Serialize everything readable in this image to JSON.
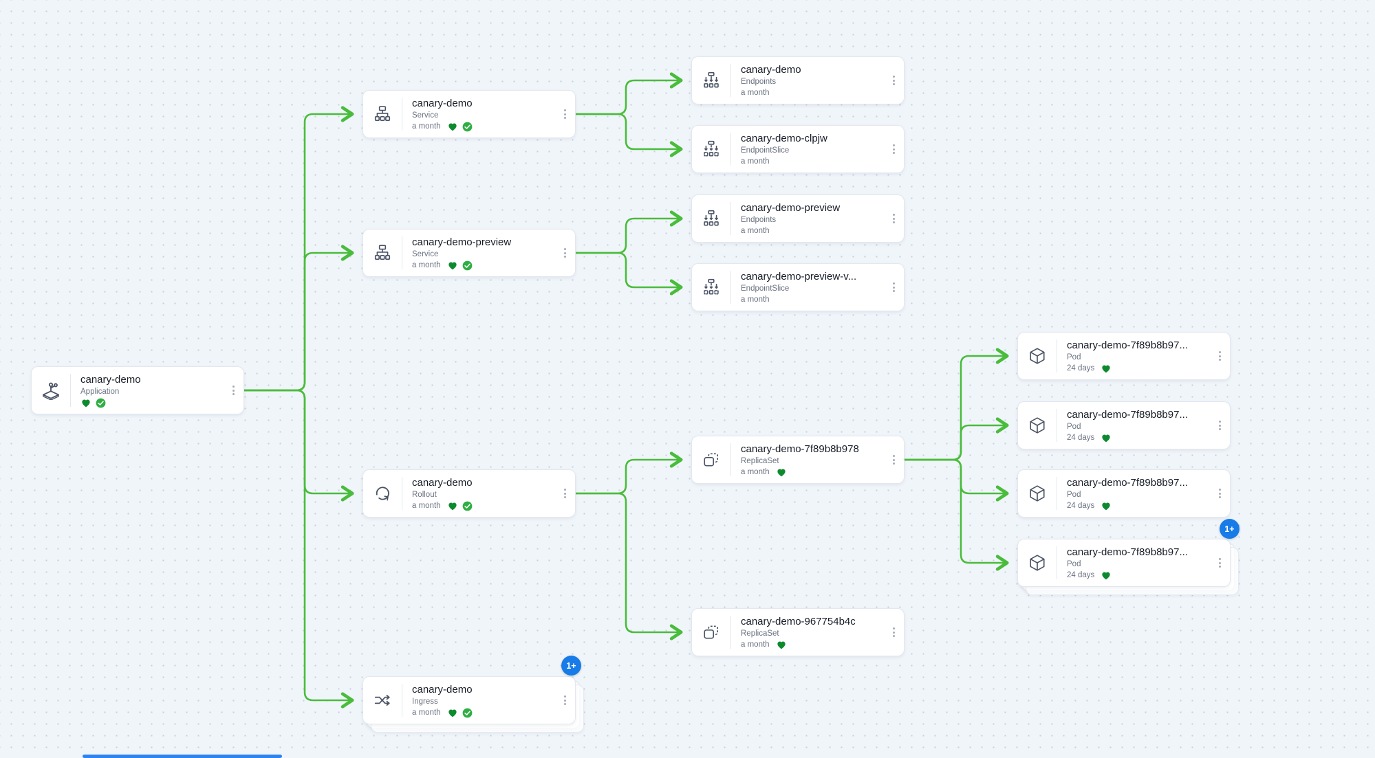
{
  "app_context": "resource-tree-graph",
  "colors": {
    "canvas_bg": "#f0f5fa",
    "dot": "#c9cfd8",
    "edge_green": "#4abc3b",
    "heart_green": "#0e8a2e",
    "synced_green": "#2fae43",
    "badge_blue": "#177be8",
    "card_bg": "#ffffff",
    "icon_slate": "#4a5366"
  },
  "badge_label": "1+",
  "icons": {
    "menu": "kebab-menu-icon",
    "health": "heart-icon",
    "synced": "synced-check-icon"
  },
  "nodes": {
    "app": {
      "title": "canary-demo",
      "kind": "Application",
      "age": "",
      "icon": "application-icon"
    },
    "svc_canary": {
      "title": "canary-demo",
      "kind": "Service",
      "age": "a month",
      "icon": "service-icon"
    },
    "svc_preview": {
      "title": "canary-demo-preview",
      "kind": "Service",
      "age": "a month",
      "icon": "service-icon"
    },
    "rollout": {
      "title": "canary-demo",
      "kind": "Rollout",
      "age": "a month",
      "icon": "rollout-icon"
    },
    "ingress": {
      "title": "canary-demo",
      "kind": "Ingress",
      "age": "a month",
      "icon": "ingress-icon"
    },
    "ep_canary": {
      "title": "canary-demo",
      "kind": "Endpoints",
      "age": "a month",
      "icon": "endpoints-icon"
    },
    "eps_canary": {
      "title": "canary-demo-clpjw",
      "kind": "EndpointSlice",
      "age": "a month",
      "icon": "endpointslice-icon"
    },
    "ep_preview": {
      "title": "canary-demo-preview",
      "kind": "Endpoints",
      "age": "a month",
      "icon": "endpoints-icon"
    },
    "eps_preview": {
      "title": "canary-demo-preview-v...",
      "kind": "EndpointSlice",
      "age": "a month",
      "icon": "endpointslice-icon"
    },
    "rs_active": {
      "title": "canary-demo-7f89b8b978",
      "kind": "ReplicaSet",
      "age": "a month",
      "icon": "replicaset-icon"
    },
    "rs_old": {
      "title": "canary-demo-967754b4c",
      "kind": "ReplicaSet",
      "age": "a month",
      "icon": "replicaset-icon"
    },
    "pod1": {
      "title": "canary-demo-7f89b8b97...",
      "kind": "Pod",
      "age": "24 days",
      "icon": "pod-icon"
    },
    "pod2": {
      "title": "canary-demo-7f89b8b97...",
      "kind": "Pod",
      "age": "24 days",
      "icon": "pod-icon"
    },
    "pod3": {
      "title": "canary-demo-7f89b8b97...",
      "kind": "Pod",
      "age": "24 days",
      "icon": "pod-icon"
    },
    "pod4": {
      "title": "canary-demo-7f89b8b97...",
      "kind": "Pod",
      "age": "24 days",
      "icon": "pod-icon"
    }
  }
}
